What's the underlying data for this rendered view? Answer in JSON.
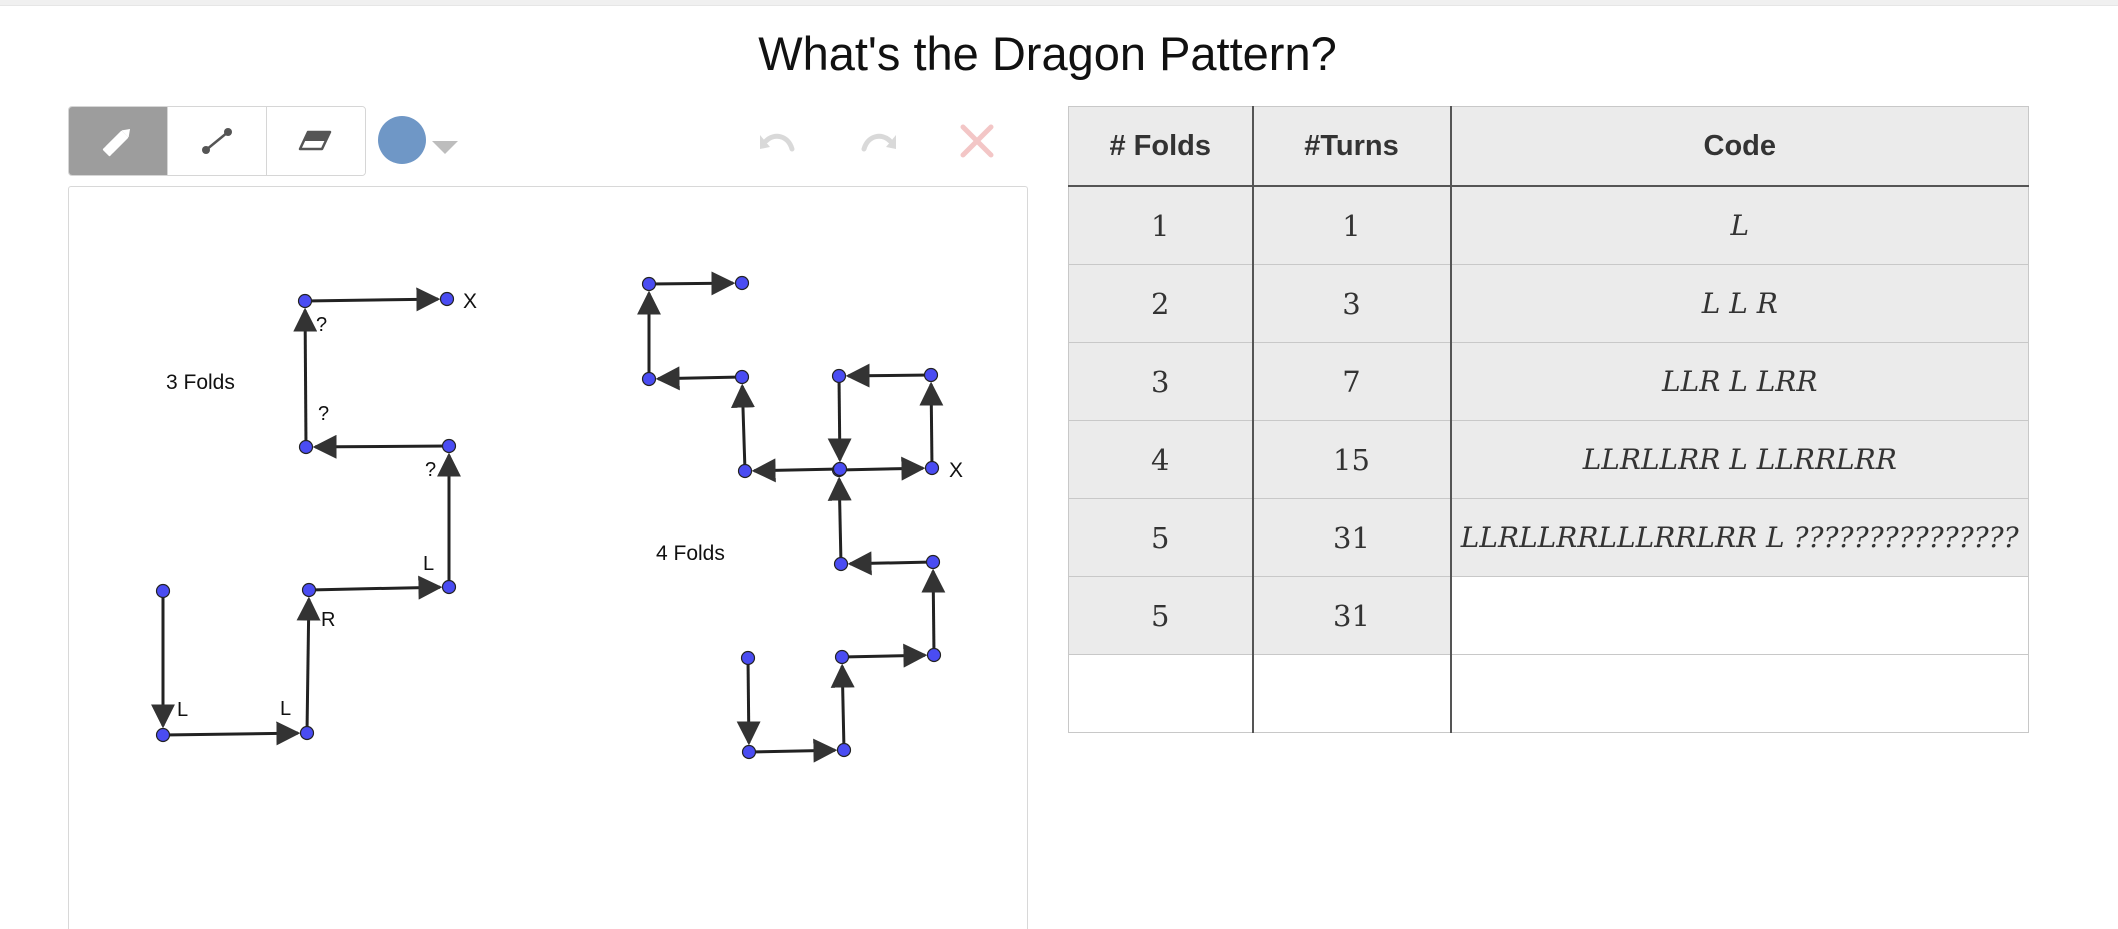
{
  "page": {
    "title": "What's the Dragon Pattern?"
  },
  "toolbar": {
    "tools": [
      {
        "name": "pencil-icon",
        "active": true
      },
      {
        "name": "line-segment-icon",
        "active": false
      },
      {
        "name": "eraser-icon",
        "active": false
      }
    ],
    "color": "#6f97c6",
    "undo_color": "#d9d9d9",
    "redo_color": "#d9d9d9",
    "clear_color": "#f3c6c6"
  },
  "canvas": {
    "left_label": "3 Folds",
    "right_label": "4 Folds",
    "turn_labels_3": [
      "L",
      "L",
      "R",
      "L",
      "?",
      "?",
      "?"
    ],
    "end_marker": "X",
    "point_color": "#4a4cf2"
  },
  "table": {
    "headers": [
      "# Folds",
      "#Turns",
      "Code"
    ],
    "rows": [
      {
        "folds": "1",
        "turns": "1",
        "code": "L"
      },
      {
        "folds": "2",
        "turns": "3",
        "code": "L L R"
      },
      {
        "folds": "3",
        "turns": "7",
        "code": "LLR L LRR"
      },
      {
        "folds": "4",
        "turns": "15",
        "code": "LLRLLRR L LLRRLRR"
      },
      {
        "folds": "5",
        "turns": "31",
        "code": "LLRLLRRLLLRRLRR L ???????????????"
      },
      {
        "folds": "5",
        "turns": "31",
        "code": ""
      },
      {
        "folds": "",
        "turns": "",
        "code": ""
      }
    ]
  }
}
